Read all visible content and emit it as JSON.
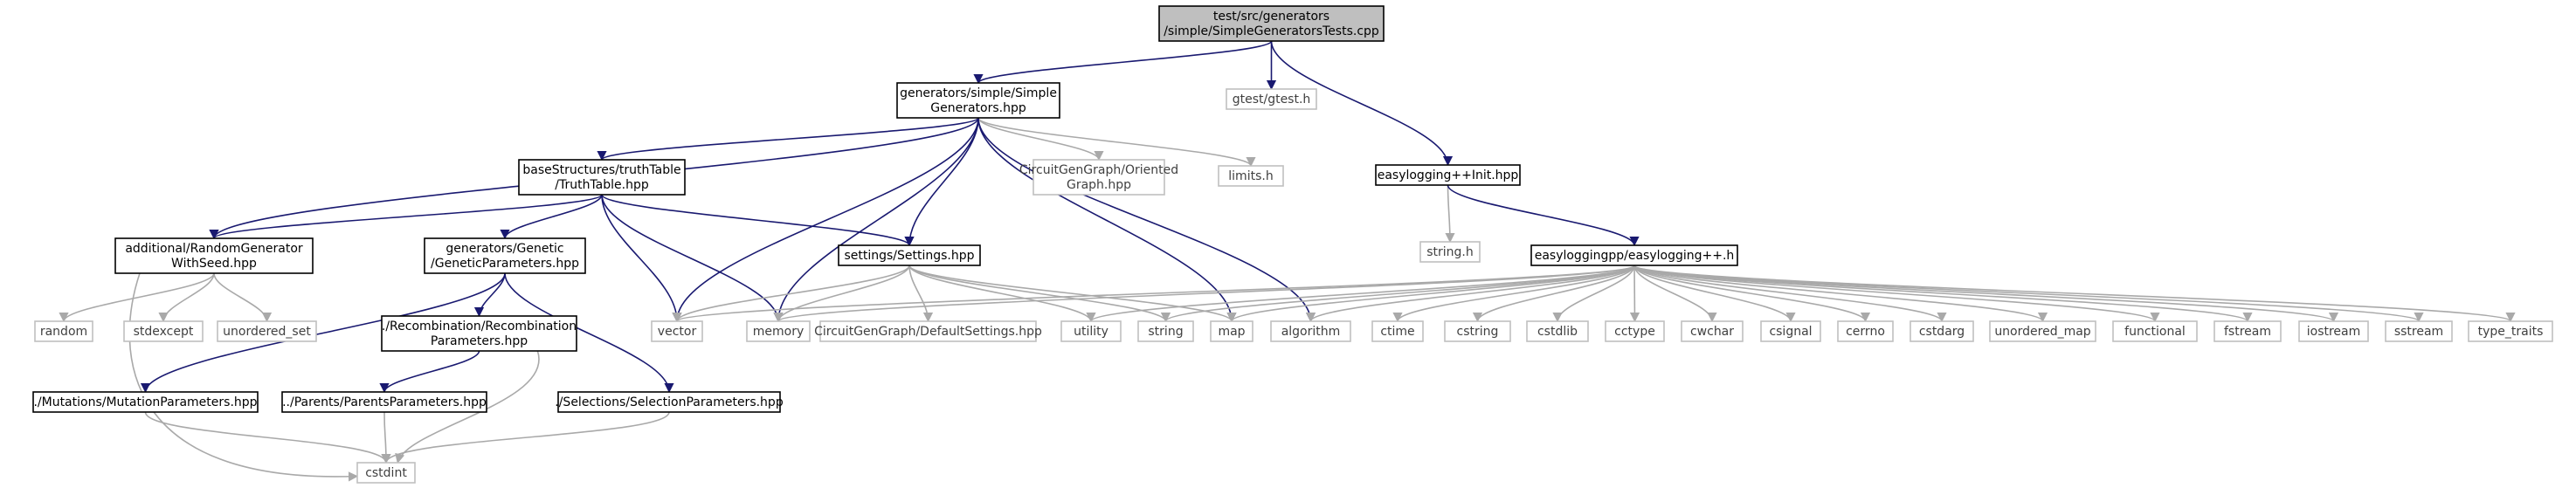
{
  "nodes": [
    {
      "id": "root",
      "kind": "root",
      "lines": [
        "test/src/generators",
        "/simple/SimpleGeneratorsTests.cpp"
      ]
    },
    {
      "id": "simple_gen",
      "kind": "local",
      "lines": [
        "generators/simple/Simple",
        "Generators.hpp"
      ]
    },
    {
      "id": "gtest",
      "kind": "system",
      "lines": [
        "gtest/gtest.h"
      ]
    },
    {
      "id": "easy_init",
      "kind": "local",
      "lines": [
        "easylogging++Init.hpp"
      ]
    },
    {
      "id": "truth_table",
      "kind": "local",
      "lines": [
        "baseStructures/truthTable",
        "/TruthTable.hpp"
      ]
    },
    {
      "id": "oriented_graph",
      "kind": "system",
      "lines": [
        "CircuitGenGraph/Oriented",
        "Graph.hpp"
      ]
    },
    {
      "id": "limits",
      "kind": "system",
      "lines": [
        "limits.h"
      ]
    },
    {
      "id": "string_h",
      "kind": "system",
      "lines": [
        "string.h"
      ]
    },
    {
      "id": "random_gen",
      "kind": "local",
      "lines": [
        "additional/RandomGenerator",
        "WithSeed.hpp"
      ]
    },
    {
      "id": "genetic_params",
      "kind": "local",
      "lines": [
        "generators/Genetic",
        "/GeneticParameters.hpp"
      ]
    },
    {
      "id": "settings",
      "kind": "local",
      "lines": [
        "settings/Settings.hpp"
      ]
    },
    {
      "id": "easylogging",
      "kind": "local",
      "lines": [
        "easyloggingpp/easylogging++.h"
      ]
    },
    {
      "id": "random",
      "kind": "system",
      "lines": [
        "random"
      ]
    },
    {
      "id": "stdexcept",
      "kind": "system",
      "lines": [
        "stdexcept"
      ]
    },
    {
      "id": "unordered_set",
      "kind": "system",
      "lines": [
        "unordered_set"
      ]
    },
    {
      "id": "recomb_params",
      "kind": "local",
      "lines": [
        "./Recombination/Recombination",
        "Parameters.hpp"
      ]
    },
    {
      "id": "vector",
      "kind": "system",
      "lines": [
        "vector"
      ]
    },
    {
      "id": "memory",
      "kind": "system",
      "lines": [
        "memory"
      ]
    },
    {
      "id": "default_settings",
      "kind": "system",
      "lines": [
        "CircuitGenGraph/DefaultSettings.hpp"
      ]
    },
    {
      "id": "utility",
      "kind": "system",
      "lines": [
        "utility"
      ]
    },
    {
      "id": "string",
      "kind": "system",
      "lines": [
        "string"
      ]
    },
    {
      "id": "map",
      "kind": "system",
      "lines": [
        "map"
      ]
    },
    {
      "id": "algorithm",
      "kind": "system",
      "lines": [
        "algorithm"
      ]
    },
    {
      "id": "ctime",
      "kind": "system",
      "lines": [
        "ctime"
      ]
    },
    {
      "id": "cstring",
      "kind": "system",
      "lines": [
        "cstring"
      ]
    },
    {
      "id": "cstdlib",
      "kind": "system",
      "lines": [
        "cstdlib"
      ]
    },
    {
      "id": "cctype",
      "kind": "system",
      "lines": [
        "cctype"
      ]
    },
    {
      "id": "cwchar",
      "kind": "system",
      "lines": [
        "cwchar"
      ]
    },
    {
      "id": "csignal",
      "kind": "system",
      "lines": [
        "csignal"
      ]
    },
    {
      "id": "cerrno",
      "kind": "system",
      "lines": [
        "cerrno"
      ]
    },
    {
      "id": "cstdarg",
      "kind": "system",
      "lines": [
        "cstdarg"
      ]
    },
    {
      "id": "unordered_map",
      "kind": "system",
      "lines": [
        "unordered_map"
      ]
    },
    {
      "id": "functional",
      "kind": "system",
      "lines": [
        "functional"
      ]
    },
    {
      "id": "fstream",
      "kind": "system",
      "lines": [
        "fstream"
      ]
    },
    {
      "id": "iostream",
      "kind": "system",
      "lines": [
        "iostream"
      ]
    },
    {
      "id": "sstream",
      "kind": "system",
      "lines": [
        "sstream"
      ]
    },
    {
      "id": "type_traits",
      "kind": "system",
      "lines": [
        "type_traits"
      ]
    },
    {
      "id": "mutation_params",
      "kind": "local",
      "lines": [
        "./Mutations/MutationParameters.hpp"
      ]
    },
    {
      "id": "parents_params",
      "kind": "local",
      "lines": [
        "../Parents/ParentsParameters.hpp"
      ]
    },
    {
      "id": "selection_params",
      "kind": "local",
      "lines": [
        "./Selections/SelectionParameters.hpp"
      ]
    },
    {
      "id": "cstdint",
      "kind": "system",
      "lines": [
        "cstdint"
      ]
    }
  ],
  "edges": [
    {
      "from": "root",
      "to": "simple_gen",
      "color": "dark"
    },
    {
      "from": "root",
      "to": "gtest",
      "color": "dark"
    },
    {
      "from": "root",
      "to": "easy_init",
      "color": "dark"
    },
    {
      "from": "simple_gen",
      "to": "truth_table",
      "color": "dark"
    },
    {
      "from": "simple_gen",
      "to": "oriented_graph",
      "color": "gray"
    },
    {
      "from": "simple_gen",
      "to": "limits",
      "color": "gray"
    },
    {
      "from": "simple_gen",
      "to": "random_gen",
      "color": "dark"
    },
    {
      "from": "simple_gen",
      "to": "settings",
      "color": "dark"
    },
    {
      "from": "simple_gen",
      "to": "vector",
      "color": "dark"
    },
    {
      "from": "simple_gen",
      "to": "memory",
      "color": "dark"
    },
    {
      "from": "simple_gen",
      "to": "map",
      "color": "dark"
    },
    {
      "from": "simple_gen",
      "to": "algorithm",
      "color": "dark"
    },
    {
      "from": "easy_init",
      "to": "string_h",
      "color": "gray"
    },
    {
      "from": "easy_init",
      "to": "easylogging",
      "color": "dark"
    },
    {
      "from": "truth_table",
      "to": "random_gen",
      "color": "dark"
    },
    {
      "from": "truth_table",
      "to": "genetic_params",
      "color": "dark"
    },
    {
      "from": "truth_table",
      "to": "settings",
      "color": "dark"
    },
    {
      "from": "truth_table",
      "to": "vector",
      "color": "dark"
    },
    {
      "from": "truth_table",
      "to": "memory",
      "color": "dark"
    },
    {
      "from": "random_gen",
      "to": "random",
      "color": "gray"
    },
    {
      "from": "random_gen",
      "to": "stdexcept",
      "color": "gray"
    },
    {
      "from": "random_gen",
      "to": "unordered_set",
      "color": "gray"
    },
    {
      "from": "random_gen",
      "to": "cstdint",
      "color": "gray"
    },
    {
      "from": "genetic_params",
      "to": "recomb_params",
      "color": "dark"
    },
    {
      "from": "genetic_params",
      "to": "mutation_params",
      "color": "dark"
    },
    {
      "from": "genetic_params",
      "to": "selection_params",
      "color": "dark"
    },
    {
      "from": "recomb_params",
      "to": "parents_params",
      "color": "dark"
    },
    {
      "from": "recomb_params",
      "to": "cstdint",
      "color": "gray"
    },
    {
      "from": "mutation_params",
      "to": "cstdint",
      "color": "gray"
    },
    {
      "from": "parents_params",
      "to": "cstdint",
      "color": "gray"
    },
    {
      "from": "selection_params",
      "to": "cstdint",
      "color": "gray"
    },
    {
      "from": "settings",
      "to": "vector",
      "color": "gray"
    },
    {
      "from": "settings",
      "to": "memory",
      "color": "gray"
    },
    {
      "from": "settings",
      "to": "default_settings",
      "color": "gray"
    },
    {
      "from": "settings",
      "to": "utility",
      "color": "gray"
    },
    {
      "from": "settings",
      "to": "string",
      "color": "gray"
    },
    {
      "from": "settings",
      "to": "map",
      "color": "gray"
    },
    {
      "from": "easylogging",
      "to": "vector",
      "color": "gray"
    },
    {
      "from": "easylogging",
      "to": "memory",
      "color": "gray"
    },
    {
      "from": "easylogging",
      "to": "utility",
      "color": "gray"
    },
    {
      "from": "easylogging",
      "to": "string",
      "color": "gray"
    },
    {
      "from": "easylogging",
      "to": "map",
      "color": "gray"
    },
    {
      "from": "easylogging",
      "to": "algorithm",
      "color": "gray"
    },
    {
      "from": "easylogging",
      "to": "ctime",
      "color": "gray"
    },
    {
      "from": "easylogging",
      "to": "cstring",
      "color": "gray"
    },
    {
      "from": "easylogging",
      "to": "cstdlib",
      "color": "gray"
    },
    {
      "from": "easylogging",
      "to": "cctype",
      "color": "gray"
    },
    {
      "from": "easylogging",
      "to": "cwchar",
      "color": "gray"
    },
    {
      "from": "easylogging",
      "to": "csignal",
      "color": "gray"
    },
    {
      "from": "easylogging",
      "to": "cerrno",
      "color": "gray"
    },
    {
      "from": "easylogging",
      "to": "cstdarg",
      "color": "gray"
    },
    {
      "from": "easylogging",
      "to": "unordered_map",
      "color": "gray"
    },
    {
      "from": "easylogging",
      "to": "functional",
      "color": "gray"
    },
    {
      "from": "easylogging",
      "to": "fstream",
      "color": "gray"
    },
    {
      "from": "easylogging",
      "to": "iostream",
      "color": "gray"
    },
    {
      "from": "easylogging",
      "to": "sstream",
      "color": "gray"
    },
    {
      "from": "easylogging",
      "to": "type_traits",
      "color": "gray"
    }
  ]
}
